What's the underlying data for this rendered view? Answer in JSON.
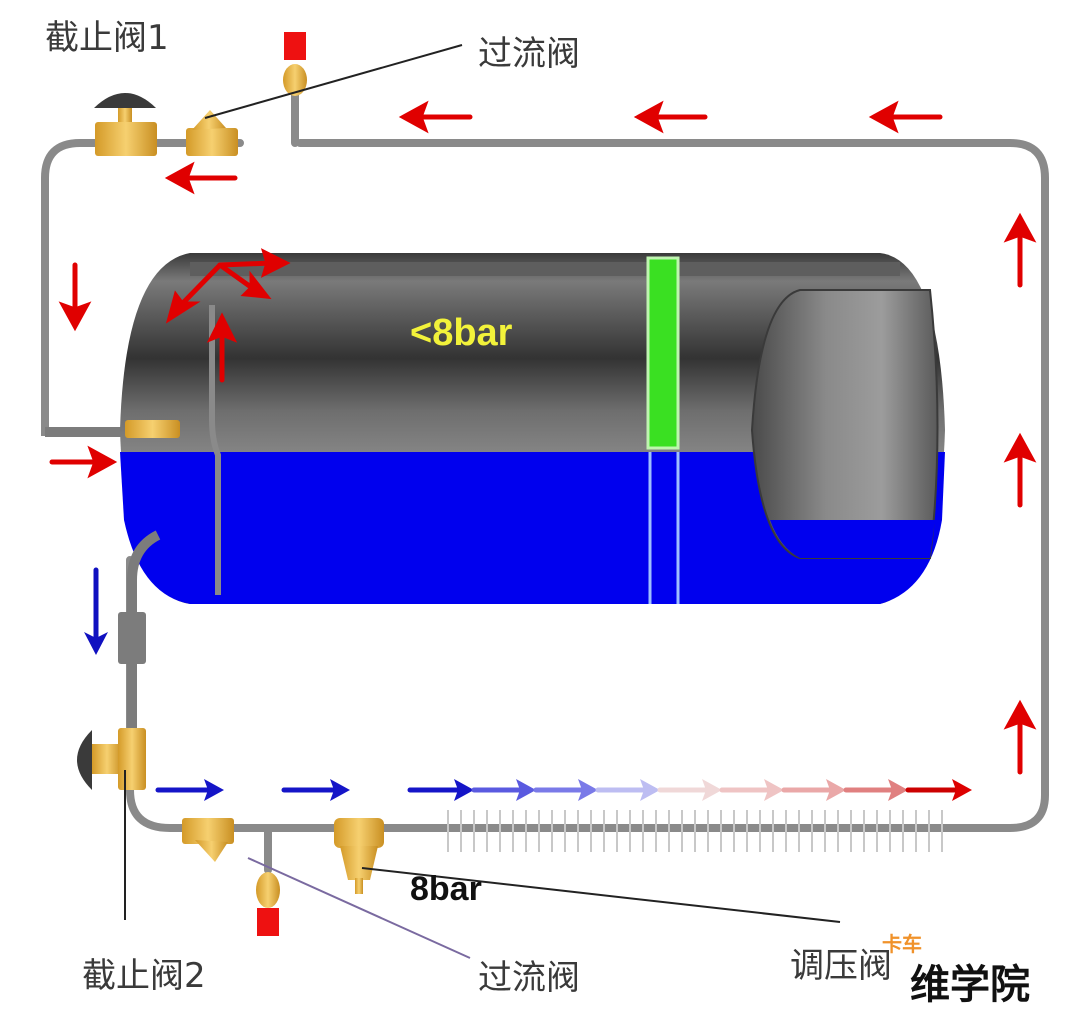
{
  "diagram": {
    "title": "",
    "labels": {
      "shutoff_valve_1": "截止阀1",
      "overflow_valve_top": "过流阀",
      "tank_pressure": "<8bar",
      "shutoff_valve_2": "截止阀2",
      "overflow_valve_bottom": "过流阀",
      "regulator_pressure": "8bar",
      "pressure_regulator": "调压阀"
    },
    "watermark": {
      "small": "卡车",
      "text": "维学院"
    },
    "components": [
      {
        "id": "shutoff-valve-1",
        "name": "截止阀1",
        "position": "top-left pipe"
      },
      {
        "id": "overflow-valve-top",
        "name": "过流阀",
        "position": "top pipe"
      },
      {
        "id": "pressure-sensor-top",
        "name": "sensor (red cap)",
        "position": "top pipe"
      },
      {
        "id": "tank",
        "name": "pressure tank",
        "pressure": "<8bar"
      },
      {
        "id": "shutoff-valve-2",
        "name": "截止阀2",
        "position": "bottom-left pipe"
      },
      {
        "id": "overflow-valve-bottom",
        "name": "过流阀",
        "position": "bottom pipe"
      },
      {
        "id": "pressure-sensor-bottom",
        "name": "sensor (red cap)",
        "position": "bottom pipe"
      },
      {
        "id": "pressure-regulator",
        "name": "调压阀",
        "pressure": "8bar"
      },
      {
        "id": "heat-exchanger",
        "name": "finned section",
        "position": "bottom pipe right"
      }
    ],
    "flow": {
      "top_pipe": "right-to-left (red, hot)",
      "right_pipe": "upward (red)",
      "left_pipe_top": "downward (red) into tank",
      "tank_outlet": "downward (blue, cold)",
      "bottom_pipe": "left-to-right (blue fading to red)"
    },
    "colors": {
      "pipe": "#8a8a8a",
      "hot_arrow": "#e00000",
      "cold_arrow": "#1010c0",
      "liquid": "#0000ee",
      "brass": "#e8b640",
      "sight_glass": "#33dd22",
      "cap": "#ee1111",
      "tank_label": "#f2f23a"
    }
  }
}
